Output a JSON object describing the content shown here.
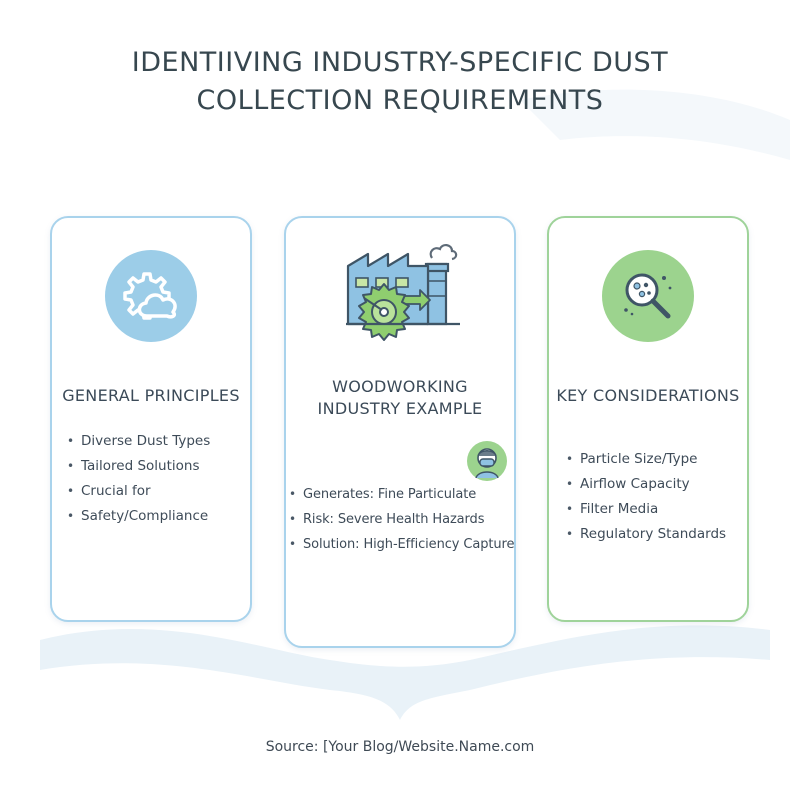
{
  "title": {
    "line1": "IDENTIIVING INDUSTRY-SPECIFIC DUST",
    "line2": "COLLECTION REQUIREMENTS"
  },
  "cards": [
    {
      "id": "general",
      "heading": "GENERAL PRINCIPLES",
      "icon": "gear-cloud-icon",
      "border_color": "#a9d3ec",
      "icon_bg": "#9ccde8",
      "bullets": [
        "Diverse Dust Types",
        "Tailored Solutions",
        "Crucial for",
        "Safety/Compliance"
      ]
    },
    {
      "id": "woodworking",
      "heading_line1": "WOODWORKING",
      "heading_line2": "INDUSTRY EXAMPLE",
      "icon": "factory-saw-blade-icon",
      "secondary_icon": "face-mask-icon",
      "border_color": "#a9d3ec",
      "bullets": [
        "Generates: Fine Particulate",
        "Risk: Severe Health Hazards",
        "Solution: High-Efficiency Capture"
      ]
    },
    {
      "id": "key",
      "heading": "KEY CONSIDERATIONS",
      "icon": "magnifier-particles-icon",
      "border_color": "#9fd39a",
      "icon_bg": "#9cd38e",
      "bullets": [
        "Particle Size/Type",
        "Airflow Capacity",
        "Filter Media",
        "Regulatory Standards"
      ]
    }
  ],
  "source": "Source: [Your Blog/Website.Name.com"
}
